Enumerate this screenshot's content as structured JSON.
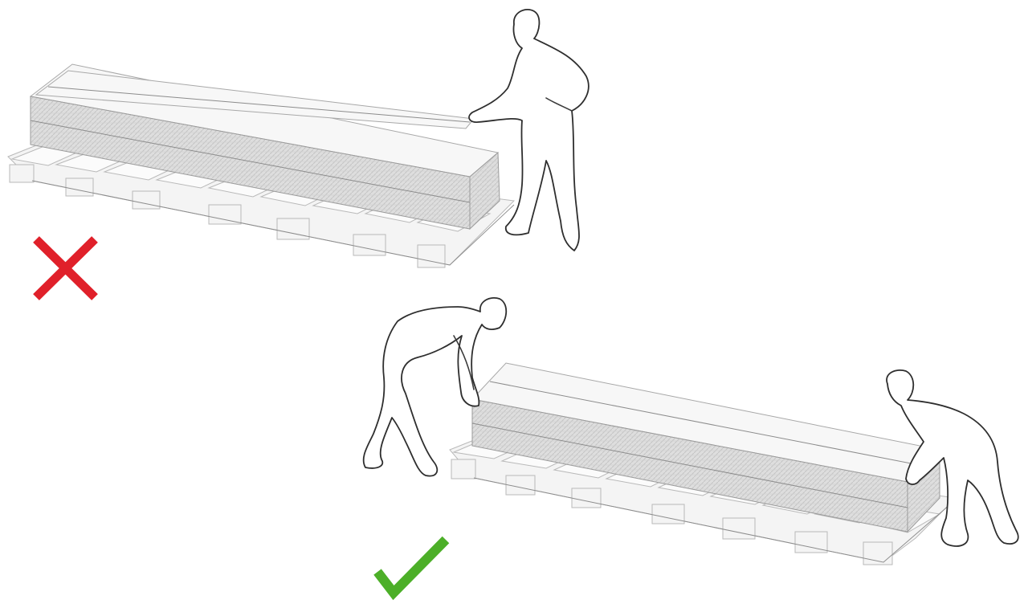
{
  "scenes": [
    {
      "id": "incorrect",
      "verdict": "wrong",
      "mark_color": "#e0202a",
      "mark_icon": "cross-icon",
      "people": 1
    },
    {
      "id": "correct",
      "verdict": "right",
      "mark_color": "#4caf28",
      "mark_icon": "check-icon",
      "people": 2
    }
  ]
}
